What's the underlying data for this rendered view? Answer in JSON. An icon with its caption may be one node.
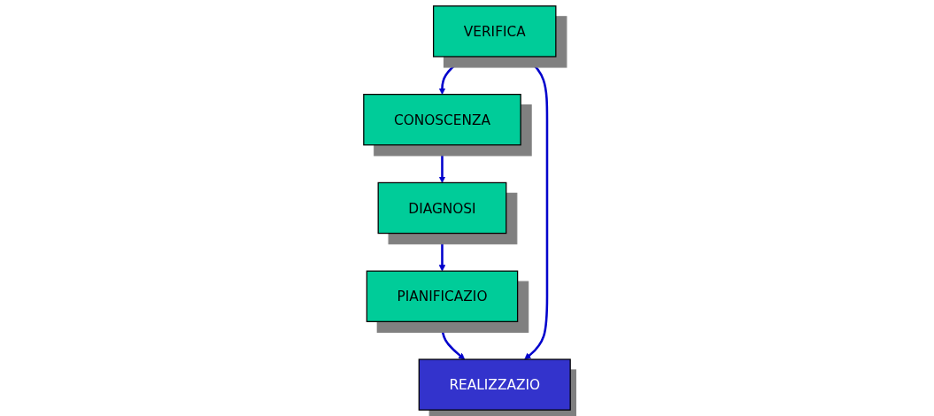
{
  "diagram": {
    "nodes": [
      {
        "text": [
          "CONOSCENZA"
        ]
      },
      {
        "text": [
          "DIAGNOSI"
        ]
      },
      {
        "text": [
          "PIANIFICAZIO"
        ]
      },
      {
        "text": [
          "REALIZZAZIO"
        ]
      },
      {
        "text": [
          "VERIFICA"
        ]
      }
    ],
    "edges": [
      {
        "from": 0,
        "to": 1,
        "arrow": "to"
      },
      {
        "from": 1,
        "to": 2,
        "arrow": "to"
      },
      {
        "from": 2,
        "to": 3,
        "arrow": "to"
      },
      {
        "from": 4,
        "to": 3,
        "arrow": "to"
      },
      {
        "from": 4,
        "to": 0,
        "arrow": "to"
      }
    ]
  }
}
